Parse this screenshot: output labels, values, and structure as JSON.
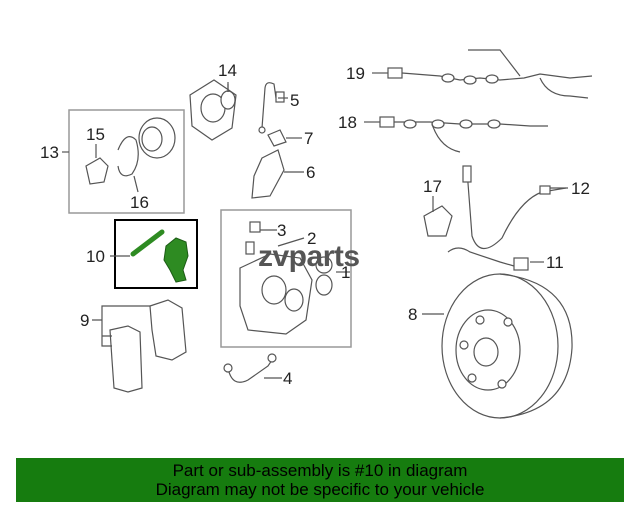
{
  "callouts": [
    "1",
    "2",
    "3",
    "4",
    "5",
    "6",
    "7",
    "8",
    "9",
    "10",
    "11",
    "12",
    "13",
    "14",
    "15",
    "16",
    "17",
    "18",
    "19"
  ],
  "watermark": "zvparts",
  "banner": {
    "line1": "Part or sub-assembly is #10 in diagram",
    "line2": "Diagram may not be specific to your vehicle"
  },
  "colors": {
    "banner": "#167c0f",
    "highlight_pad_hardware": "#2e8b22",
    "line_art": "#555555"
  }
}
